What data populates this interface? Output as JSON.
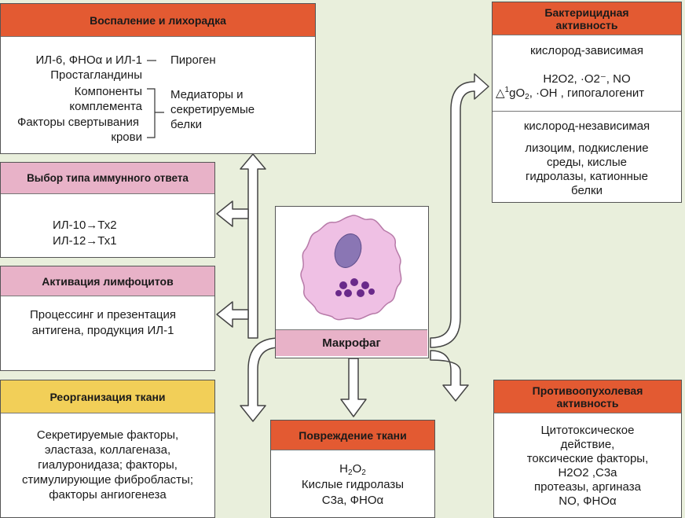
{
  "boxes": {
    "inflammation": {
      "title": "Воспаление и лихорадка",
      "line1": "ИЛ-6, ФНОα и ИЛ-1",
      "line2": "Простагландины",
      "line3": "Компоненты",
      "line4": "комплемента",
      "line5": "Факторы свертывания",
      "line6": "крови",
      "pyrogen": "Пироген",
      "mediators1": "Медиаторы и",
      "mediators2": "секретируемые",
      "mediators3": "белки"
    },
    "immune_choice": {
      "title": "Выбор типа иммунного ответа",
      "line1": "ИЛ-10→Тх2",
      "line2": "ИЛ-12→Тх1"
    },
    "lymphocyte": {
      "title": "Активация лимфоцитов",
      "line1": "Процессинг и презентация",
      "line2": "антигена, продукция ИЛ-1"
    },
    "tissue_reorg": {
      "title": "Реорганизация ткани",
      "line1": "Секретируемые факторы,",
      "line2": "эластаза, коллагеназа,",
      "line3": "гиалуронидаза; факторы,",
      "line4": "стимулирующие фибробласты;",
      "line5": "факторы ангиогенеза"
    },
    "tissue_damage": {
      "title": "Повреждение ткани",
      "h2o2_base": "H",
      "h2o2_sub1": "2",
      "h2o2_mid": "O",
      "h2o2_sub2": "2",
      "line2": "Кислые гидролазы",
      "line3": "C3a, ФНОα"
    },
    "bactericidal": {
      "title1": "Бактерицидная",
      "title2": "активность",
      "o2dep_label": "кислород-зависимая",
      "o2dep_line1": "H2O2, ·O2⁻, NO",
      "o2dep_line2_prefix": "△",
      "o2dep_line2_sup": "1",
      "o2dep_line2_a": "gO",
      "o2dep_line2_sub": "2",
      "o2dep_line2_b": ", ·OH , гипогалогенит",
      "o2indep_label": "кислород-независимая",
      "o2indep_line1": "лизоцим, подкисление",
      "o2indep_line2": "среды, кислые",
      "o2indep_line3": "гидролазы, катионные",
      "o2indep_line4": "белки"
    },
    "antitumor": {
      "title1": "Противоопухолевая",
      "title2": "активность",
      "line1": "Цитотоксическое",
      "line2": "действие,",
      "line3": "токсические факторы,",
      "line4": "H2O2 ,C3a",
      "line5": "протеазы, аргиназа",
      "line6": "NO, ФНОα"
    },
    "macrophage": {
      "label": "Макрофаг"
    }
  },
  "colors": {
    "red_header": "#e35a32",
    "pink_header": "#e8b2c8",
    "yellow_header": "#f2cf58",
    "background": "#e9efdc",
    "cell_body": "#efc0e4",
    "nucleus": "#8a76b4",
    "granule": "#6a2a8a"
  }
}
